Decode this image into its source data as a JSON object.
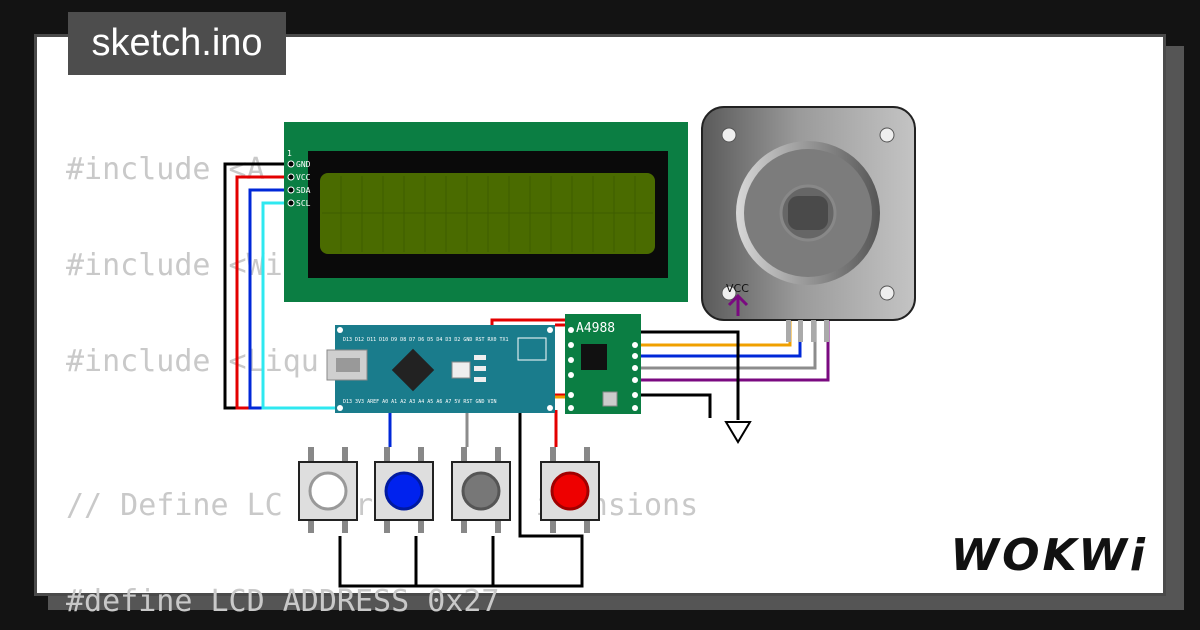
{
  "file_tab": {
    "label": "sketch.ino"
  },
  "code_lines": [
    "#include <A",
    "#include <Wi",
    "#include <Liqu",
    "// Define LC  ddress  nd  imensions",
    "#define LCD ADDRESS 0x27"
  ],
  "lcd": {
    "pin_marker": "1",
    "pins": [
      "GND",
      "VCC",
      "SDA",
      "SCL"
    ],
    "colors": {
      "board": "#0b7e43",
      "screen": "#4a6b00",
      "bezel": "#0a0a0a"
    }
  },
  "driver": {
    "label": "A4988",
    "color": "#0b7e43"
  },
  "stepper": {
    "vcc_label": "VCC"
  },
  "nano": {
    "color": "#1a7c8c",
    "top_pins": "D13 D12 D11 D10 D9 D8 D7 D6 D5 D4 D3 D2 GND RST RX0 TX1",
    "bottom_pins": "D13 3V3 AREF A0 A1 A2 A3 A4 A5 A6 A7 5V RST GND VIN"
  },
  "buttons": [
    {
      "name": "white",
      "color": "#ffffff"
    },
    {
      "name": "blue",
      "color": "#0022ee"
    },
    {
      "name": "gray",
      "color": "#777777"
    },
    {
      "name": "red",
      "color": "#ee0000"
    }
  ],
  "wire_colors": {
    "black": "#000000",
    "red": "#e30000",
    "blue": "#0028d8",
    "cyan": "#2ee8f0",
    "orange": "#f0a000",
    "gray": "#8c8c8c",
    "purple": "#7a0a80"
  },
  "brand": {
    "logo": "WOKWi"
  }
}
